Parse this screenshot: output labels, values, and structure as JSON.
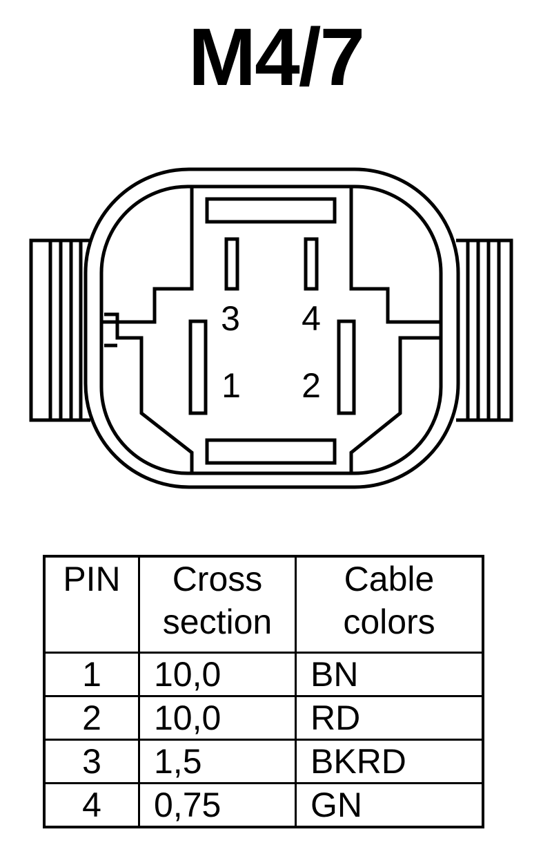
{
  "title": "M4/7",
  "connector": {
    "pin_labels": [
      "3",
      "4",
      "1",
      "2"
    ]
  },
  "table": {
    "headers": {
      "pin": [
        "PIN"
      ],
      "cross_section": [
        "Cross",
        "section"
      ],
      "cable_colors": [
        "Cable",
        "colors"
      ]
    },
    "rows": [
      {
        "pin": "1",
        "cross_section": "10,0",
        "cable_color": "BN"
      },
      {
        "pin": "2",
        "cross_section": "10,0",
        "cable_color": "RD"
      },
      {
        "pin": "3",
        "cross_section": "1,5",
        "cable_color": "BKRD"
      },
      {
        "pin": "4",
        "cross_section": "0,75",
        "cable_color": "GN"
      }
    ]
  },
  "colors": {
    "line": "#000000",
    "background": "#ffffff"
  }
}
